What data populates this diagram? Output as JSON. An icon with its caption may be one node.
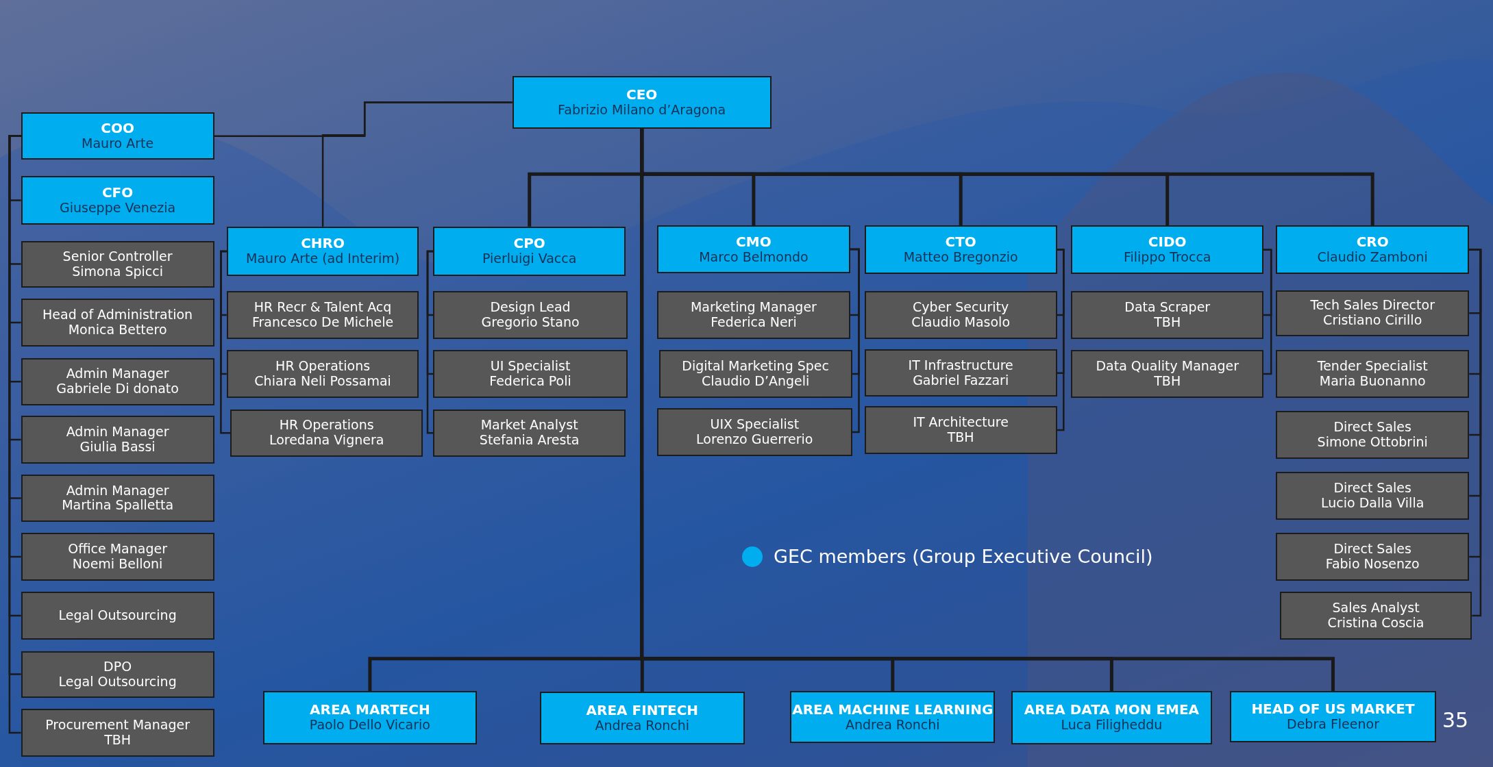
{
  "diagram": {
    "nodes": [
      {
        "text": [
          "CEO",
          "Fabrizio Milano d’Aragona"
        ]
      },
      {
        "text": [
          "COO",
          "Mauro Arte"
        ]
      },
      {
        "text": [
          "CFO",
          "Giuseppe Venezia"
        ]
      },
      {
        "text": [
          "Senior Controller",
          "Simona Spicci"
        ]
      },
      {
        "text": [
          "Head of Administration",
          "Monica Bettero"
        ]
      },
      {
        "text": [
          "Admin Manager",
          "Gabriele Di donato"
        ]
      },
      {
        "text": [
          "Admin Manager",
          "Giulia Bassi"
        ]
      },
      {
        "text": [
          "Admin Manager",
          "Martina Spalletta"
        ]
      },
      {
        "text": [
          "Office Manager",
          "Noemi Belloni"
        ]
      },
      {
        "text": [
          "Legal Outsourcing"
        ]
      },
      {
        "text": [
          "DPO",
          "Legal Outsourcing"
        ]
      },
      {
        "text": [
          "Procurement Manager",
          "TBH"
        ]
      },
      {
        "text": [
          "CHRO",
          "Mauro Arte (ad Interim)"
        ]
      },
      {
        "text": [
          "HR Recr & Talent Acq",
          "Francesco De Michele"
        ]
      },
      {
        "text": [
          "HR Operations",
          "Chiara Neli Possamai"
        ]
      },
      {
        "text": [
          "HR Operations",
          "Loredana Vignera"
        ]
      },
      {
        "text": [
          "CPO",
          "Pierluigi Vacca"
        ]
      },
      {
        "text": [
          "Design Lead",
          "Gregorio Stano"
        ]
      },
      {
        "text": [
          "UI Specialist",
          "Federica Poli"
        ]
      },
      {
        "text": [
          "Market Analyst",
          "Stefania Aresta"
        ]
      },
      {
        "text": [
          "CMO",
          "Marco Belmondo"
        ]
      },
      {
        "text": [
          "Marketing Manager",
          "Federica Neri"
        ]
      },
      {
        "text": [
          "Digital Marketing Spec",
          "Claudio D’Angeli"
        ]
      },
      {
        "text": [
          "UIX Specialist",
          "Lorenzo Guerrerio"
        ]
      },
      {
        "text": [
          "CTO",
          "Matteo Bregonzio"
        ]
      },
      {
        "text": [
          "Cyber Security",
          "Claudio Masolo"
        ]
      },
      {
        "text": [
          "IT Infrastructure",
          "Gabriel Fazzari"
        ]
      },
      {
        "text": [
          "IT Architecture",
          "TBH"
        ]
      },
      {
        "text": [
          "CIDO",
          "Filippo Trocca"
        ]
      },
      {
        "text": [
          "Data Scraper",
          "TBH"
        ]
      },
      {
        "text": [
          "Data Quality Manager",
          "TBH"
        ]
      },
      {
        "text": [
          "CRO",
          "Claudio Zamboni"
        ]
      },
      {
        "text": [
          "Tech Sales Director",
          "Cristiano Cirillo"
        ]
      },
      {
        "text": [
          "Tender Specialist",
          "Maria Buonanno"
        ]
      },
      {
        "text": [
          "Direct Sales",
          "Simone Ottobrini"
        ]
      },
      {
        "text": [
          "Direct Sales",
          "Lucio Dalla Villa"
        ]
      },
      {
        "text": [
          "Direct Sales",
          "Fabio Nosenzo"
        ]
      },
      {
        "text": [
          "Sales Analyst",
          "Cristina Coscia"
        ]
      },
      {
        "text": [
          "AREA MARTECH",
          "Paolo Dello Vicario"
        ]
      },
      {
        "text": [
          "AREA FINTECH",
          "Andrea Ronchi"
        ]
      },
      {
        "text": [
          "AREA MACHINE LEARNING",
          "Andrea Ronchi"
        ]
      },
      {
        "text": [
          "AREA DATA MON EMEA",
          "Luca Filigheddu"
        ]
      },
      {
        "text": [
          "HEAD OF US MARKET",
          "Debra Fleenor"
        ]
      }
    ],
    "edges": [
      {
        "from": 0,
        "to": 1,
        "arrow": "none"
      },
      {
        "from": 0,
        "to": 12,
        "arrow": "none"
      },
      {
        "from": 0,
        "to": 16,
        "arrow": "none"
      },
      {
        "from": 0,
        "to": 20,
        "arrow": "none"
      },
      {
        "from": 0,
        "to": 24,
        "arrow": "none"
      },
      {
        "from": 0,
        "to": 28,
        "arrow": "none"
      },
      {
        "from": 0,
        "to": 31,
        "arrow": "none"
      },
      {
        "from": 0,
        "to": 38,
        "arrow": "none"
      },
      {
        "from": 0,
        "to": 39,
        "arrow": "none"
      },
      {
        "from": 0,
        "to": 40,
        "arrow": "none"
      },
      {
        "from": 0,
        "to": 41,
        "arrow": "none"
      },
      {
        "from": 0,
        "to": 42,
        "arrow": "none"
      },
      {
        "from": 1,
        "to": 2,
        "arrow": "none"
      },
      {
        "from": 1,
        "to": 3,
        "arrow": "none"
      },
      {
        "from": 1,
        "to": 4,
        "arrow": "none"
      },
      {
        "from": 1,
        "to": 5,
        "arrow": "none"
      },
      {
        "from": 1,
        "to": 6,
        "arrow": "none"
      },
      {
        "from": 1,
        "to": 7,
        "arrow": "none"
      },
      {
        "from": 1,
        "to": 8,
        "arrow": "none"
      },
      {
        "from": 1,
        "to": 9,
        "arrow": "none"
      },
      {
        "from": 1,
        "to": 10,
        "arrow": "none"
      },
      {
        "from": 1,
        "to": 11,
        "arrow": "none"
      },
      {
        "from": 12,
        "to": 13,
        "arrow": "none"
      },
      {
        "from": 12,
        "to": 14,
        "arrow": "none"
      },
      {
        "from": 12,
        "to": 15,
        "arrow": "none"
      },
      {
        "from": 16,
        "to": 17,
        "arrow": "none"
      },
      {
        "from": 16,
        "to": 18,
        "arrow": "none"
      },
      {
        "from": 16,
        "to": 19,
        "arrow": "none"
      },
      {
        "from": 20,
        "to": 21,
        "arrow": "none"
      },
      {
        "from": 20,
        "to": 22,
        "arrow": "none"
      },
      {
        "from": 20,
        "to": 23,
        "arrow": "none"
      },
      {
        "from": 24,
        "to": 25,
        "arrow": "none"
      },
      {
        "from": 24,
        "to": 26,
        "arrow": "none"
      },
      {
        "from": 24,
        "to": 27,
        "arrow": "none"
      },
      {
        "from": 28,
        "to": 29,
        "arrow": "none"
      },
      {
        "from": 28,
        "to": 30,
        "arrow": "none"
      },
      {
        "from": 31,
        "to": 32,
        "arrow": "none"
      },
      {
        "from": 31,
        "to": 33,
        "arrow": "none"
      },
      {
        "from": 31,
        "to": 34,
        "arrow": "none"
      },
      {
        "from": 31,
        "to": 35,
        "arrow": "none"
      },
      {
        "from": 31,
        "to": 36,
        "arrow": "none"
      },
      {
        "from": 31,
        "to": 37,
        "arrow": "none"
      }
    ],
    "labels": [
      "35"
    ],
    "legend": [
      {
        "text": "GEC members (Group Executive Council)",
        "color": "#00aeef"
      }
    ]
  }
}
